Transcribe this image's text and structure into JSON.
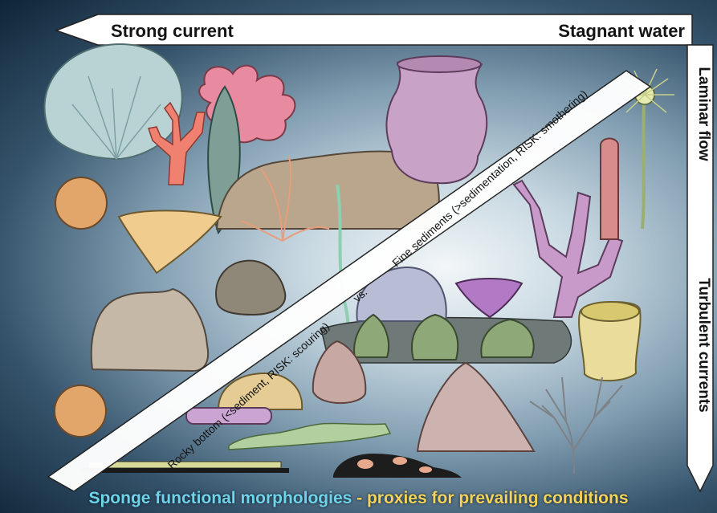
{
  "labels": {
    "top_left": "Strong current",
    "top_right": "Stagnant water",
    "right_top": "Laminar flow",
    "right_bottom": "Turbulent currents"
  },
  "diagonal": {
    "left": "Rocky bottom (<sediment, RISK: scouring)",
    "middle": "vs.",
    "right": "Fine sediments (>sedimentation, RISK: smothering)"
  },
  "caption": {
    "highlight": "Sponge functional morphologies",
    "rest": " - proxies for prevailing conditions"
  },
  "colors": {
    "caption_highlight": "#6fd3ea",
    "caption_rest": "#f4d35a",
    "arrow_fill": "#ffffff"
  },
  "icons": [
    "fan-sponge-icon",
    "branching-sponge-icon",
    "barrel-sponge-icon",
    "stalked-sponge-icon",
    "vase-sponge-icon",
    "encrusting-sponge-icon",
    "massive-sponge-icon"
  ]
}
